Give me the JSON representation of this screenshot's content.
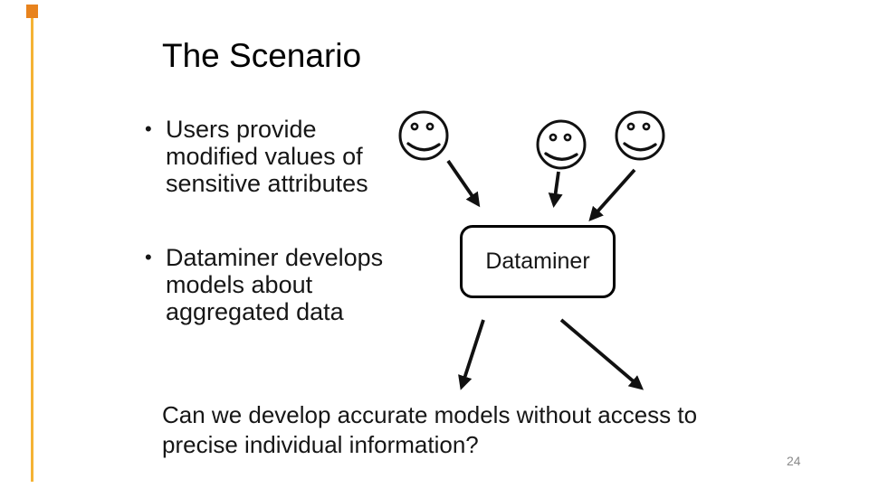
{
  "slide": {
    "title": "The Scenario",
    "bullets": [
      {
        "marker": "•",
        "text": "Users provide\nmodified values of\nsensitive attributes"
      },
      {
        "marker": "•",
        "text": "Dataminer develops\nmodels about\naggregated data"
      }
    ],
    "diagram": {
      "box_label": "Dataminer",
      "user_icon": "smiley-face-icon",
      "user_count": 3,
      "input_arrows": 3,
      "output_arrows": 2
    },
    "question": "Can we develop accurate models without access to\nprecise individual information?",
    "page_number": "24",
    "colors": {
      "accent_orange": "#E8831D",
      "accent_yellow": "#F5B335",
      "ink": "#111111",
      "page_number_gray": "#8a8a8a",
      "background": "#ffffff"
    }
  }
}
